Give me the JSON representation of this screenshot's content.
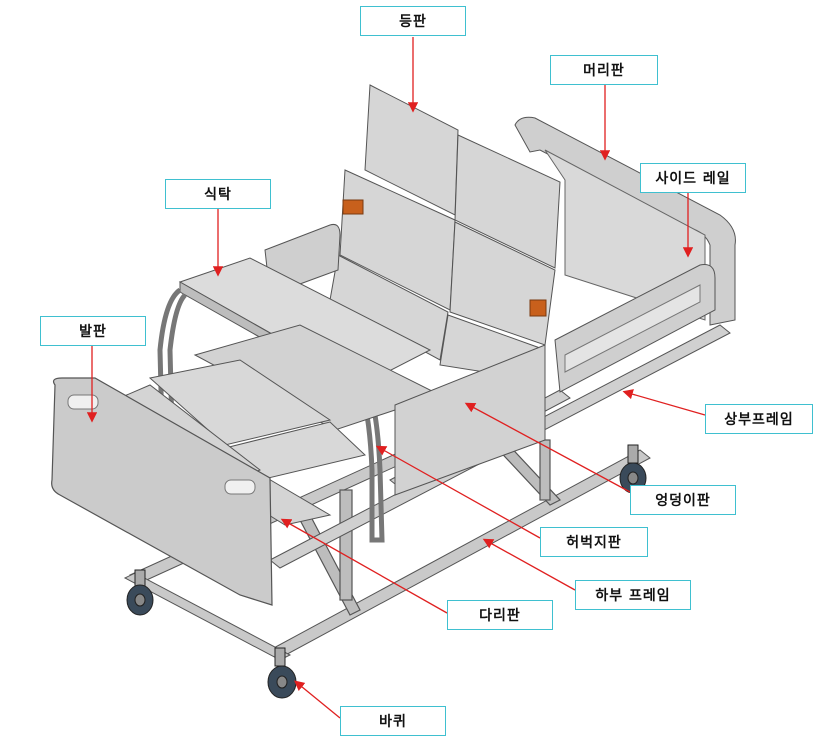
{
  "colors": {
    "label_border": "#3fc0d0",
    "leader_line": "#e02020",
    "frame_gray": "#c9c9c9",
    "panel_gray": "#d6d6d6",
    "edge_dark": "#555555",
    "latch_orange": "#c8601c"
  },
  "labels": {
    "back_board": "등판",
    "head_board": "머리판",
    "side_rail": "사이드 레일",
    "table": "식탁",
    "foot_board": "발판",
    "upper_frame": "상부프레임",
    "hip_board": "엉덩이판",
    "waist_board": "허벅지판",
    "lower_frame": "하부 프레임",
    "leg_board": "다리판",
    "wheel": "바퀴"
  }
}
